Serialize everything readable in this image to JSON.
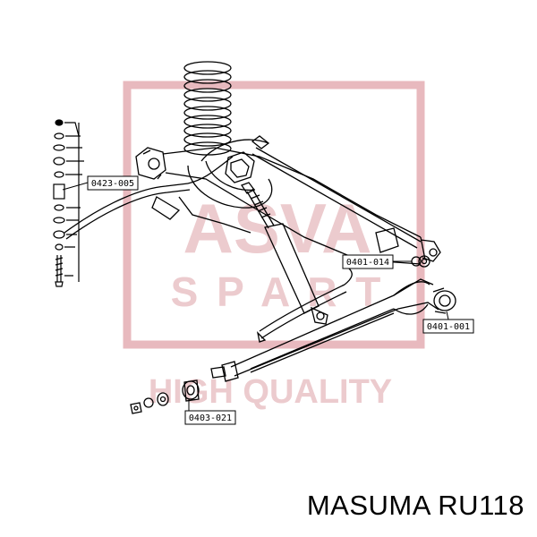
{
  "watermark": {
    "big_text": "ASVA",
    "spaced_text": "S P A R T",
    "tagline": "HIGH QUALITY",
    "color": "#e8b9be"
  },
  "callouts": {
    "bushing_0423_005": "0423-005",
    "bushing_0401_014": "0401-014",
    "bushing_0401_001": "0401-001",
    "bushing_0403_021": "0403-021"
  },
  "footer": {
    "brand": "MASUMA RU118"
  },
  "colors": {
    "line": "#000000",
    "background": "#ffffff"
  }
}
